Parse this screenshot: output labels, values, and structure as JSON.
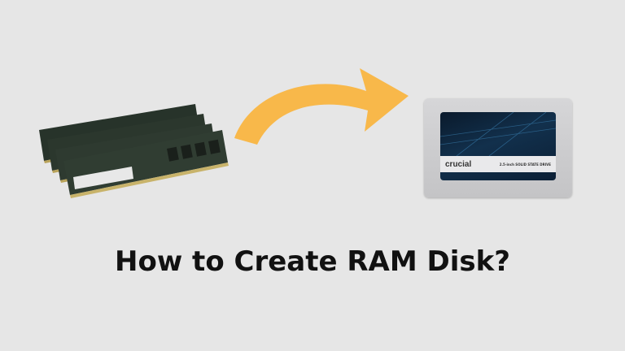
{
  "title": "How to Create RAM Disk?",
  "ssd": {
    "brand": "crucial",
    "description": "2.5-inch SOLID STATE DRIVE"
  },
  "colors": {
    "background": "#e6e6e6",
    "arrow": "#f8b84a",
    "ram_pcb": "#2c3a2c",
    "ssd_body": "#cfcfd1"
  },
  "icons": {
    "ram": "ram-modules-image",
    "arrow": "curved-arrow-right",
    "ssd": "ssd-image"
  }
}
